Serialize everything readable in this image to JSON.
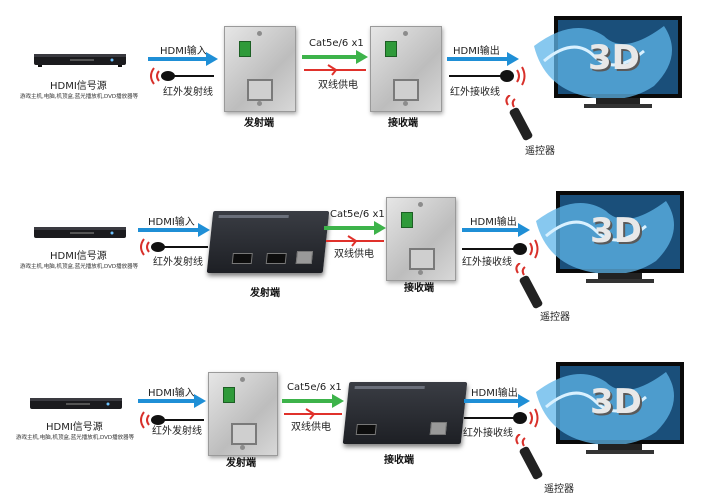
{
  "labels": {
    "hdmi_source": "HDMI信号源",
    "source_desc": "游戏主机,电脑,机顶盒,蓝光播放机,DVD播放器等",
    "hdmi_in": "HDMI输入",
    "hdmi_out_top": "HDMI输出",
    "hdmi_out": "HDMI输出",
    "ir_tx": "红外发射线",
    "ir_rx": "红外接收线",
    "cable": "Cat5e/6 x1",
    "dual_power": "双线供电",
    "transmitter": "发射端",
    "receiver": "接收端",
    "remote": "遥控器",
    "tv_badge": "3D"
  },
  "colors": {
    "blue_arrow": "#1f8fd6",
    "green_arrow": "#3db34a",
    "red_power": "#e0312b",
    "ir_wave": "#d8302a"
  }
}
